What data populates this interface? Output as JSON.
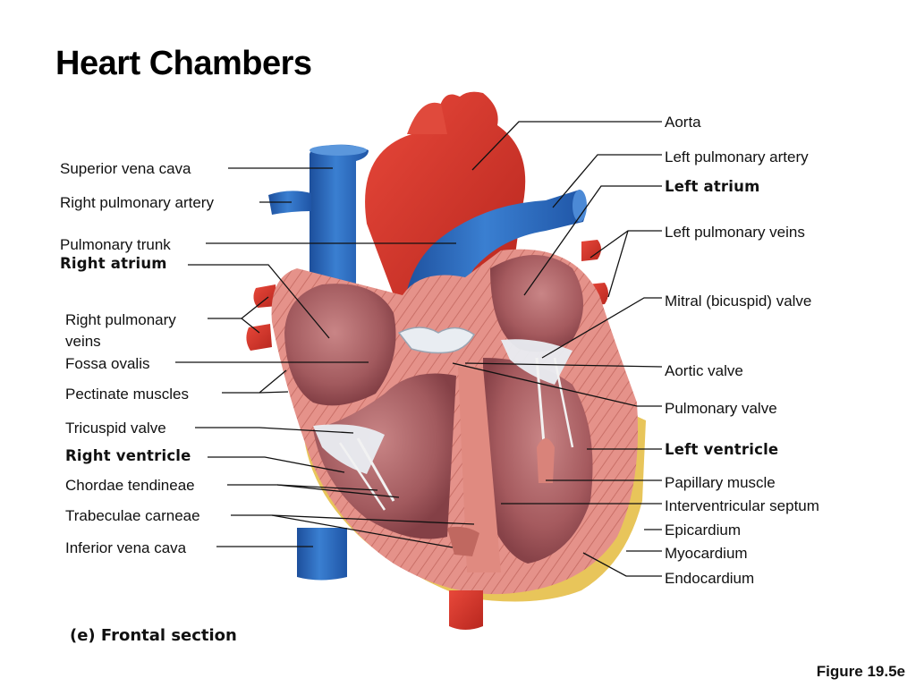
{
  "slide": {
    "title": "Heart Chambers",
    "caption": "(e) Frontal section",
    "figure_ref": "Figure 19.5e"
  },
  "labels_left": [
    {
      "id": "superior-vena-cava",
      "text": "Superior vena cava",
      "bold": false
    },
    {
      "id": "right-pulmonary-artery",
      "text": "Right pulmonary artery",
      "bold": false
    },
    {
      "id": "pulmonary-trunk",
      "text": "Pulmonary trunk",
      "bold": false
    },
    {
      "id": "right-atrium",
      "text": "Right atrium",
      "bold": true
    },
    {
      "id": "right-pulmonary-veins",
      "text": "Right pulmonary",
      "text2": "veins",
      "bold": false
    },
    {
      "id": "fossa-ovalis",
      "text": "Fossa ovalis",
      "bold": false
    },
    {
      "id": "pectinate-muscles",
      "text": "Pectinate muscles",
      "bold": false
    },
    {
      "id": "tricuspid-valve",
      "text": "Tricuspid valve",
      "bold": false
    },
    {
      "id": "right-ventricle",
      "text": "Right ventricle",
      "bold": true
    },
    {
      "id": "chordae-tendineae",
      "text": "Chordae tendineae",
      "bold": false
    },
    {
      "id": "trabeculae-carneae",
      "text": "Trabeculae carneae",
      "bold": false
    },
    {
      "id": "inferior-vena-cava",
      "text": "Inferior vena cava",
      "bold": false
    }
  ],
  "labels_right": [
    {
      "id": "aorta",
      "text": "Aorta",
      "bold": false
    },
    {
      "id": "left-pulmonary-artery",
      "text": "Left pulmonary artery",
      "bold": false
    },
    {
      "id": "left-atrium",
      "text": "Left atrium",
      "bold": true
    },
    {
      "id": "left-pulmonary-veins",
      "text": "Left pulmonary veins",
      "bold": false
    },
    {
      "id": "mitral-valve",
      "text": "Mitral (bicuspid) valve",
      "bold": false
    },
    {
      "id": "aortic-valve",
      "text": "Aortic valve",
      "bold": false
    },
    {
      "id": "pulmonary-valve",
      "text": "Pulmonary valve",
      "bold": false
    },
    {
      "id": "left-ventricle",
      "text": "Left ventricle",
      "bold": true
    },
    {
      "id": "papillary-muscle",
      "text": "Papillary muscle",
      "bold": false
    },
    {
      "id": "interventricular-septum",
      "text": "Interventricular septum",
      "bold": false
    },
    {
      "id": "epicardium",
      "text": "Epicardium",
      "bold": false
    },
    {
      "id": "myocardium",
      "text": "Myocardium",
      "bold": false
    },
    {
      "id": "endocardium",
      "text": "Endocardium",
      "bold": false
    }
  ],
  "colors": {
    "vein_blue": "#2e6fc0",
    "artery_red": "#d9362b",
    "muscle_pink": "#e8948a",
    "chamber_inner": "#b96a6c",
    "fat_yellow": "#e8c55a",
    "valve_white": "#e9edf2"
  }
}
